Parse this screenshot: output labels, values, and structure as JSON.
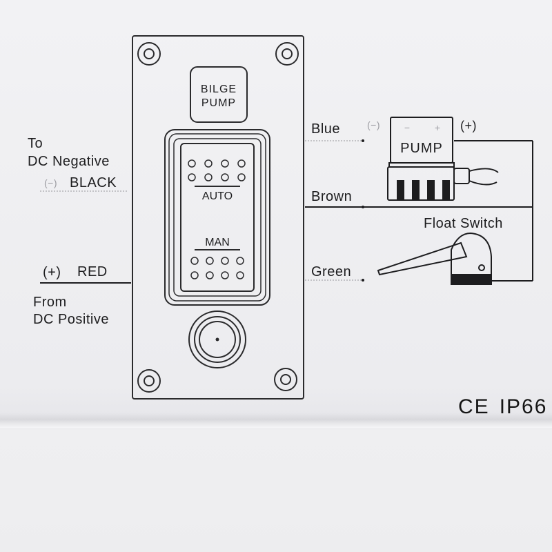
{
  "panel": {
    "title_line1": "BILGE",
    "title_line2": "PUMP",
    "switch_top": "AUTO",
    "switch_bottom": "MAN"
  },
  "left": {
    "negative_line1": "To",
    "negative_line2": "DC Negative",
    "negative_sign": "(−)",
    "negative_color": "BLACK",
    "positive_sign": "(+)",
    "positive_color": "RED",
    "positive_line1": "From",
    "positive_line2": "DC Positive"
  },
  "right": {
    "wire_blue": "Blue",
    "wire_brown": "Brown",
    "wire_green": "Green",
    "blue_sign": "(−)",
    "pump_label": "PUMP",
    "pump_minus": "−",
    "pump_plus": "+",
    "pump_positive": "(+)",
    "float_switch": "Float Switch"
  },
  "certification": {
    "ce": "CE",
    "ip": "IP66"
  },
  "colors": {
    "ink": "#1d1d1f",
    "faint": "#9a9aa0",
    "paper": "#eeeeef"
  }
}
